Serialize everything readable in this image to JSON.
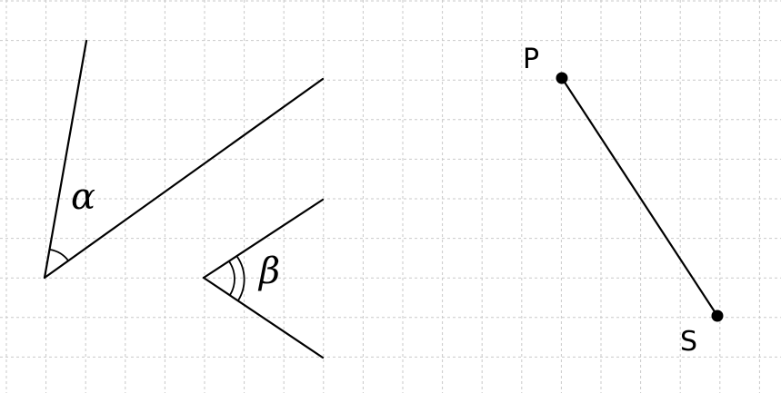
{
  "colors": {
    "grid": "#c9c9c9",
    "stroke": "#000000",
    "background": "#ffffff"
  },
  "angles": [
    {
      "name": "alpha",
      "label": "α",
      "arc_count": 1
    },
    {
      "name": "beta",
      "label": "β",
      "arc_count": 2
    }
  ],
  "points": [
    {
      "name": "P",
      "label": "P"
    },
    {
      "name": "S",
      "label": "S"
    }
  ],
  "segments": [
    {
      "from": "P",
      "to": "S"
    }
  ]
}
